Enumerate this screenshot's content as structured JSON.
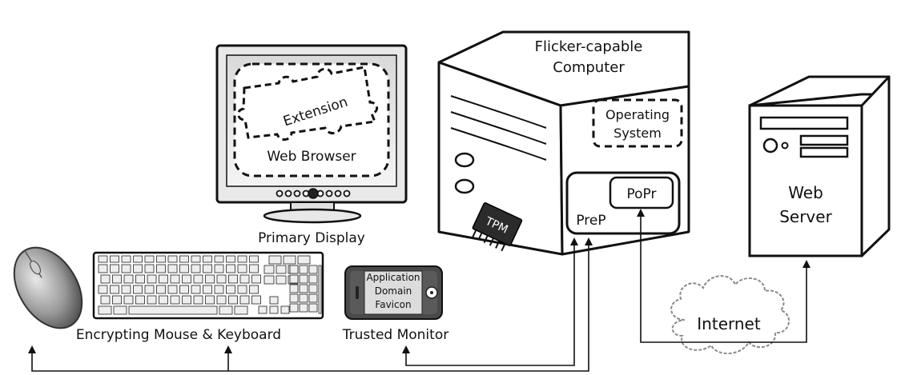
{
  "labels": {
    "computer_line1": "Flicker-capable",
    "computer_line2": "Computer",
    "os_line1": "Operating",
    "os_line2": "System",
    "prep": "PreP",
    "popr": "PoPr",
    "tpm": "TPM",
    "server_line1": "Web",
    "server_line2": "Server",
    "extension": "Extension",
    "web_browser": "Web Browser",
    "primary_display": "Primary Display",
    "input_devices": "Encrypting Mouse & Keyboard",
    "trusted_monitor": "Trusted Monitor",
    "tm_line1": "Application",
    "tm_line2": "Domain",
    "tm_line3": "Favicon",
    "internet": "Internet"
  }
}
